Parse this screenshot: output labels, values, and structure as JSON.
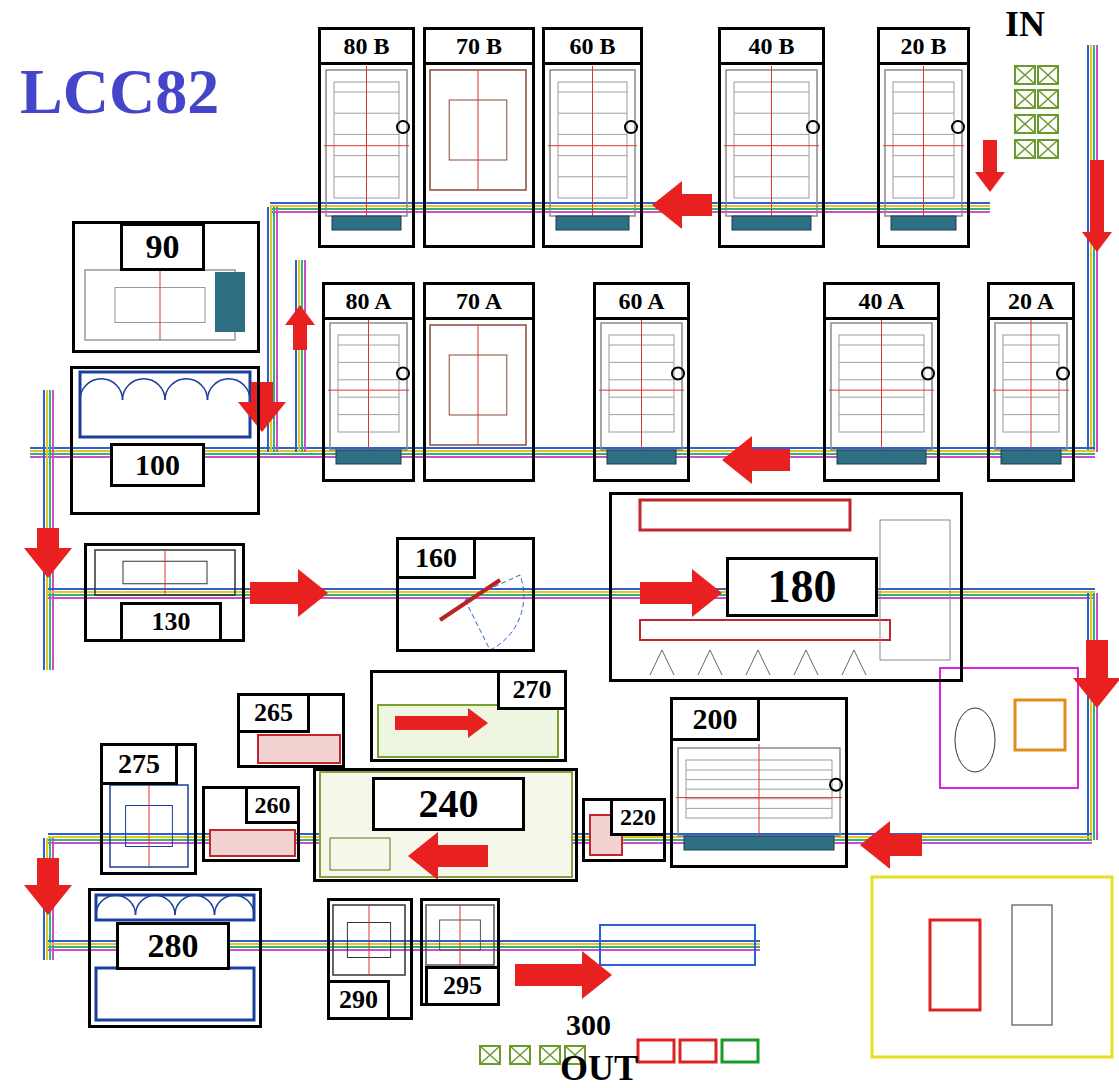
{
  "diagram": {
    "title": "LCC82",
    "nodes": [
      {
        "text": [
          "80 B"
        ]
      },
      {
        "text": [
          "70 B"
        ]
      },
      {
        "text": [
          "60 B"
        ]
      },
      {
        "text": [
          "40 B"
        ]
      },
      {
        "text": [
          "20 B"
        ]
      },
      {
        "text": [
          "90"
        ]
      },
      {
        "text": [
          "80 A"
        ]
      },
      {
        "text": [
          "70 A"
        ]
      },
      {
        "text": [
          "60 A"
        ]
      },
      {
        "text": [
          "40 A"
        ]
      },
      {
        "text": [
          "20 A"
        ]
      },
      {
        "text": [
          "100"
        ]
      },
      {
        "text": [
          "130"
        ]
      },
      {
        "text": [
          "160"
        ]
      },
      {
        "text": [
          "180"
        ]
      },
      {
        "text": [
          "265"
        ]
      },
      {
        "text": [
          "270"
        ]
      },
      {
        "text": [
          "200"
        ]
      },
      {
        "text": [
          "220"
        ]
      },
      {
        "text": [
          "240"
        ]
      },
      {
        "text": [
          "275"
        ]
      },
      {
        "text": [
          "260"
        ]
      },
      {
        "text": [
          "280"
        ]
      },
      {
        "text": [
          "290"
        ]
      },
      {
        "text": [
          "295"
        ]
      }
    ],
    "labels": [
      "IN",
      "300",
      "OUT"
    ]
  }
}
